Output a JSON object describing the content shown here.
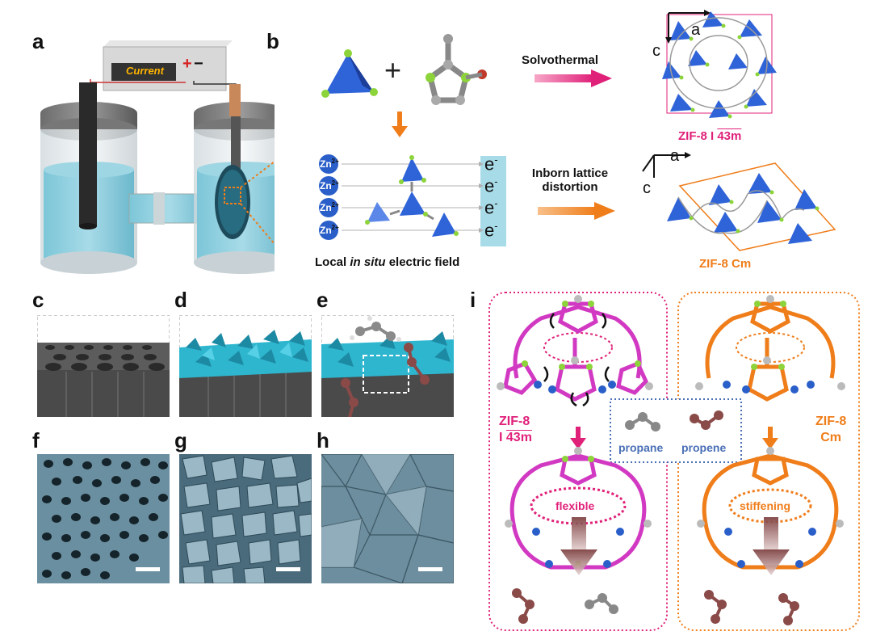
{
  "panel_letters": {
    "a": "a",
    "b": "b",
    "c": "c",
    "d": "d",
    "e": "e",
    "f": "f",
    "g": "g",
    "h": "h",
    "i": "i"
  },
  "panel_a": {
    "meter_label": "Current",
    "plus": "+",
    "minus": "−"
  },
  "panel_b": {
    "plus_sign": "+",
    "arrow_top_label": "Solvothermal",
    "arrow_bottom_label_line1": "Inborn lattice",
    "arrow_bottom_label_line2": "distortion",
    "zn_labels": [
      "Zn",
      "Zn",
      "Zn",
      "Zn"
    ],
    "zn_charge": "2+",
    "e_labels": [
      "e",
      "e",
      "e",
      "e"
    ],
    "e_charge": "-",
    "field_caption_pre": "Local ",
    "field_caption_em": "in situ",
    "field_caption_post": " electric field",
    "top_structure_label": "ZIF-8 I  4̅ 3m",
    "top_structure_name": "ZIF-8 I",
    "top_structure_sg": "43m",
    "top_axis_a": "a",
    "top_axis_c": "c",
    "bottom_structure_label": "ZIF-8 Cm",
    "bottom_axis_a": "a",
    "bottom_axis_c": "c"
  },
  "panel_i": {
    "left_label_line1": "ZIF-8",
    "left_label_line2_pre": "I",
    "left_label_line2_sg": "43m",
    "right_label_line1": "ZIF-8",
    "right_label_line2": "Cm",
    "propane": "propane",
    "propene": "propene",
    "flexible": "flexible",
    "stiffening": "stiffening"
  },
  "colors": {
    "magenta": "#e0217a",
    "orange": "#ef7d1a",
    "blue_dotted": "#4a6fb5",
    "cyan": "#2fb6cf",
    "zn_blue": "#2a5fc9"
  }
}
